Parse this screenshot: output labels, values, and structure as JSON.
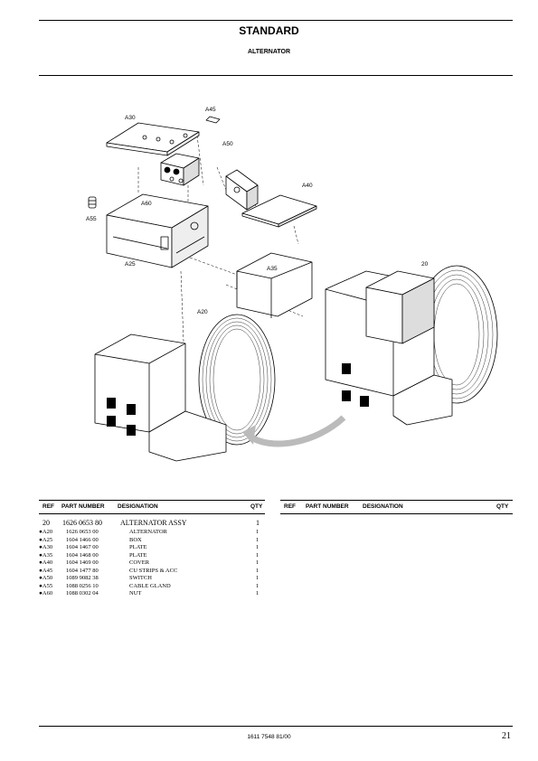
{
  "header": {
    "title": "STANDARD",
    "subtitle": "ALTERNATOR"
  },
  "diagram": {
    "callouts": [
      "A45",
      "A30",
      "A50",
      "A40",
      "A60",
      "A55",
      "A25",
      "A35",
      "A20",
      "20"
    ]
  },
  "table": {
    "columns": [
      "REF",
      "PART NUMBER",
      "DESIGNATION",
      "QTY"
    ],
    "rows": [
      {
        "ref": "20",
        "pn": "1626 0653 80",
        "des": "ALTERNATOR ASSY",
        "qty": "1"
      },
      {
        "ref": "●A20",
        "pn": "1626 0653 00",
        "des": "ALTERNATOR",
        "qty": "1"
      },
      {
        "ref": "●A25",
        "pn": "1604 1466 00",
        "des": "BOX",
        "qty": "1"
      },
      {
        "ref": "●A30",
        "pn": "1604 1467 00",
        "des": "PLATE",
        "qty": "1"
      },
      {
        "ref": "●A35",
        "pn": "1604 1468 00",
        "des": "PLATE",
        "qty": "1"
      },
      {
        "ref": "●A40",
        "pn": "1604 1469 00",
        "des": "COVER",
        "qty": "1"
      },
      {
        "ref": "●A45",
        "pn": "1604 1477 80",
        "des": "CU STRIPS & ACC",
        "qty": "1"
      },
      {
        "ref": "●A50",
        "pn": "1089 9082 38",
        "des": "SWITCH",
        "qty": "1"
      },
      {
        "ref": "●A55",
        "pn": "1088 0256 10",
        "des": "CABLE GLAND",
        "qty": "1"
      },
      {
        "ref": "●A60",
        "pn": "1088 0302 04",
        "des": "NUT",
        "qty": "1"
      }
    ]
  },
  "footer": {
    "doc_number": "1611 7548 81/00",
    "page_number": "21"
  }
}
